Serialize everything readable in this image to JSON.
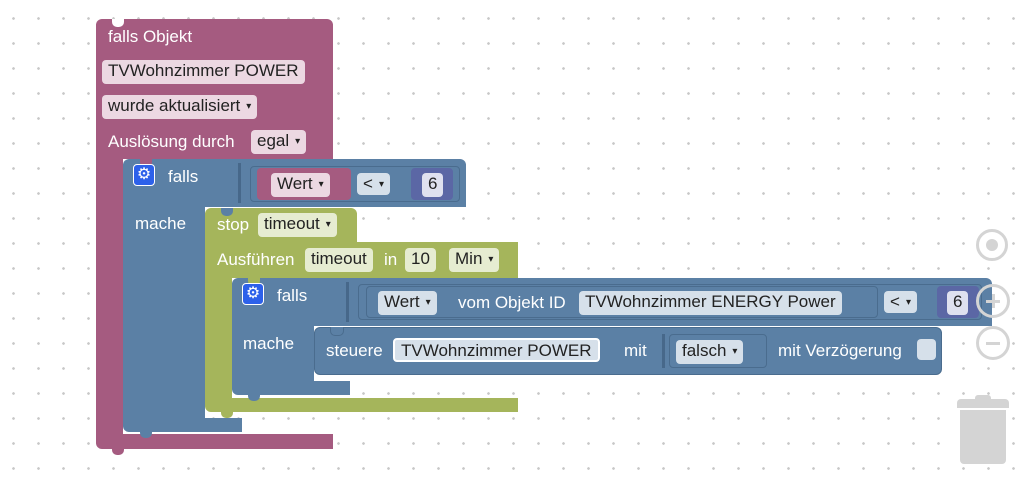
{
  "trigger": {
    "header": "falls Objekt",
    "object_name": "TVWohnzimmer POWER",
    "condition": "wurde aktualisiert",
    "trigger_label": "Auslösung durch",
    "trigger_value": "egal"
  },
  "if1": {
    "falls": "falls",
    "mache": "mache",
    "wert": "Wert",
    "operator": "<",
    "number": "6"
  },
  "stop": {
    "label": "stop",
    "value": "timeout"
  },
  "exec": {
    "label": "Ausführen",
    "name": "timeout",
    "in": "in",
    "amount": "10",
    "unit": "Min"
  },
  "if2": {
    "falls": "falls",
    "mache": "mache",
    "wert": "Wert",
    "vom": "vom Objekt ID",
    "object_id": "TVWohnzimmer ENERGY  Power",
    "operator": "<",
    "number": "6"
  },
  "control": {
    "label": "steuere",
    "object": "TVWohnzimmer POWER",
    "mit": "mit",
    "value": "falsch",
    "delay_label": "mit Verzögerung"
  },
  "icons": {
    "gear": "gear-icon",
    "dropdown": "▾",
    "trash": "trash-icon",
    "zoom_reset": "target-icon",
    "zoom_in": "plus-icon",
    "zoom_out": "minus-icon"
  },
  "colors": {
    "trigger_block": "#a55b80",
    "logic_block": "#5b80a5",
    "timeout_block": "#a5b55b",
    "compare_block": "#5b67a5"
  }
}
